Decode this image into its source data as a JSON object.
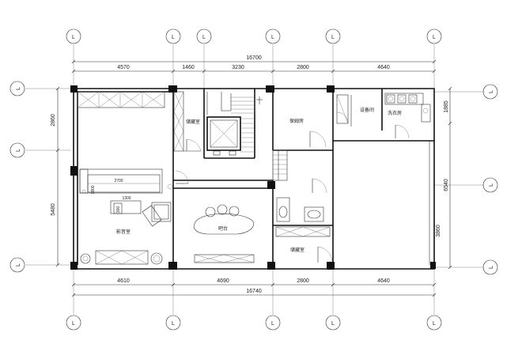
{
  "grid": {
    "top_labels": [
      "L",
      "L",
      "L",
      "L",
      "L",
      "L"
    ],
    "bottom_labels": [
      "L",
      "L",
      "L",
      "L",
      "L",
      "L"
    ],
    "left_labels": [
      "L",
      "L",
      "L"
    ],
    "right_labels": [
      "L",
      "L",
      "L"
    ]
  },
  "dimensions": {
    "top_segments": [
      "4570",
      "1460",
      "3230",
      "2800",
      "4640"
    ],
    "top_total": "16700",
    "bottom_segments": [
      "4610",
      "4690",
      "2800",
      "4640"
    ],
    "bottom_total": "16740",
    "left_segments": [
      "2860",
      "5480"
    ],
    "right_segments": [
      "1885",
      "6540",
      "3860"
    ],
    "sofa_width": "2700",
    "sofa_depth": "1800",
    "table_width": "1300",
    "table_depth": "300"
  },
  "rooms": {
    "storage_top": "储藏室",
    "media_room": "影音室",
    "bar": "吧台",
    "security_room": "保姆房",
    "equipment_room": "设备间",
    "laundry_room": "洗衣房",
    "storage_bottom": "储藏室"
  }
}
